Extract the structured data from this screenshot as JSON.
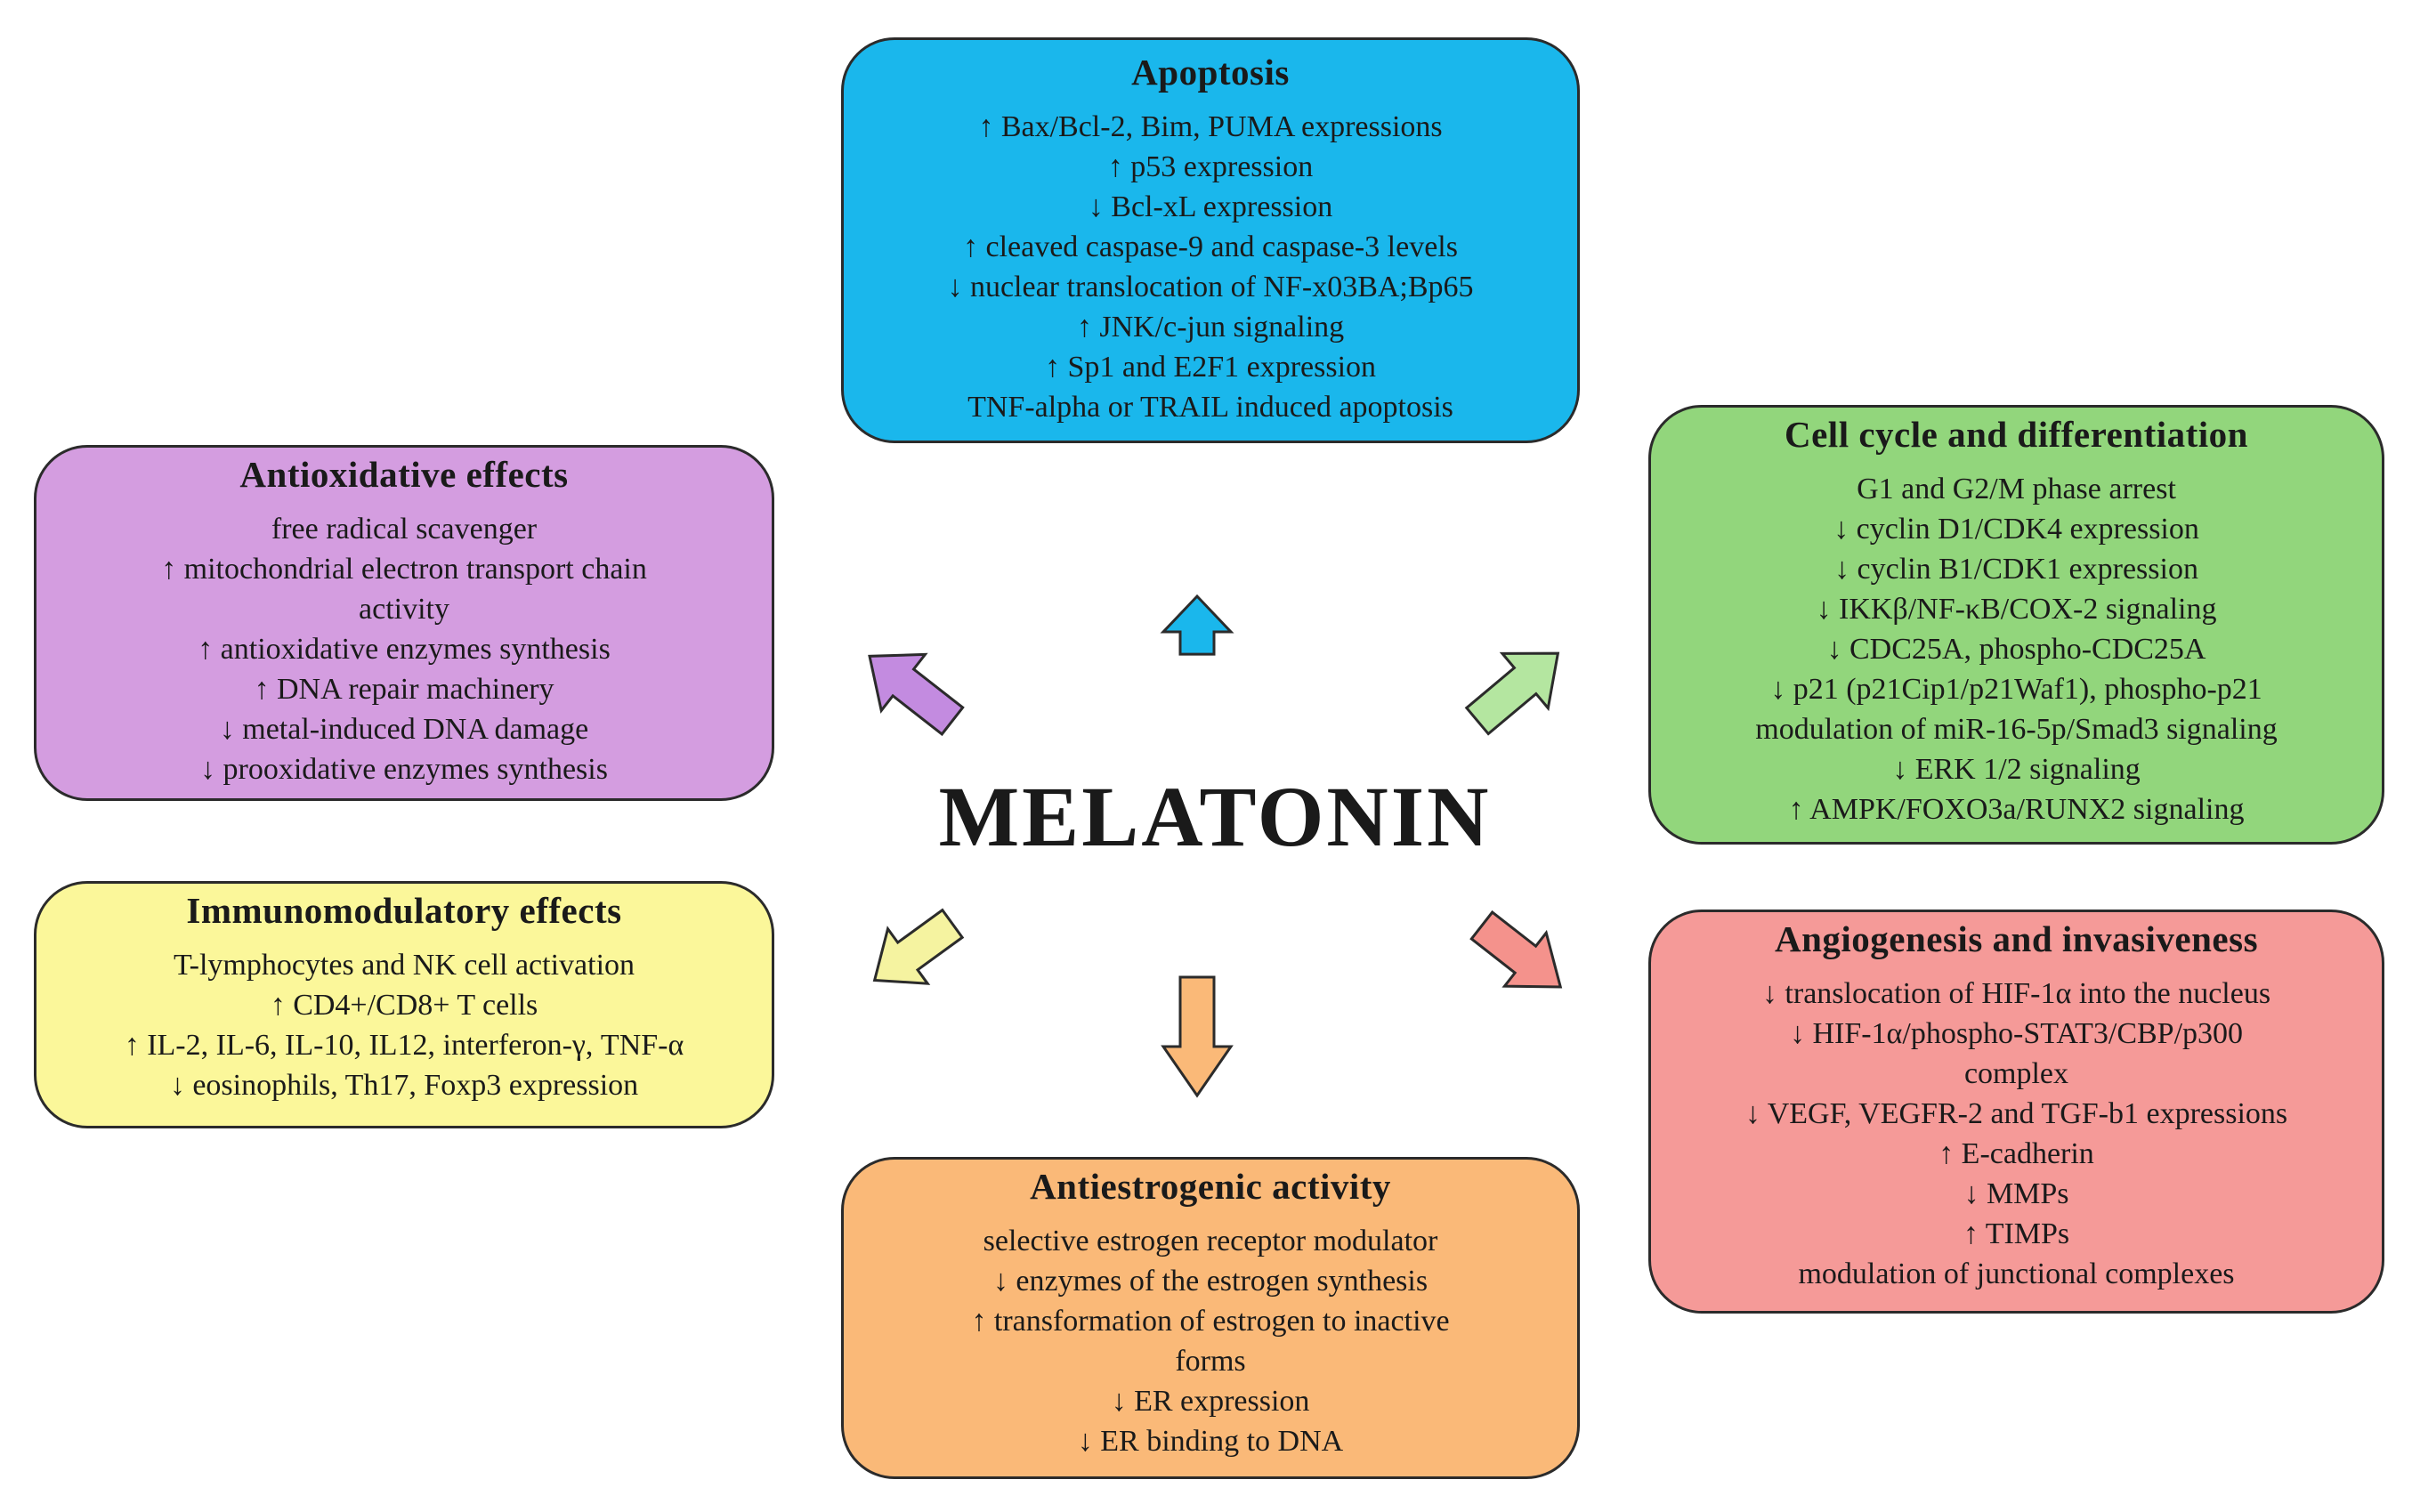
{
  "center_title": "MELATONIN",
  "boxes": {
    "apoptosis": {
      "title": "Apoptosis",
      "color": "#1ab7ec",
      "items": [
        "↑ Bax/Bcl-2, Bim, PUMA expressions",
        "↑ p53 expression",
        "↓ Bcl-xL expression",
        "↑ cleaved caspase-9 and caspase-3 levels",
        "↓ nuclear translocation of NF-x03BA;Bp65",
        "↑ JNK/c-jun signaling",
        "↑ Sp1 and E2F1 expression",
        "TNF-alpha or TRAIL induced apoptosis"
      ]
    },
    "antioxidative": {
      "title": "Antioxidative  effects",
      "color": "#d49de0",
      "items": [
        "free radical scavenger",
        "↑ mitochondrial electron transport chain",
        "activity",
        "↑ antioxidative enzymes synthesis",
        "↑ DNA repair machinery",
        "↓ metal-induced DNA damage",
        "↓ prooxidative enzymes synthesis"
      ]
    },
    "immunomodulatory": {
      "title": "Immunomodulatory effects",
      "color": "#fbf79a",
      "items": [
        "T-lymphocytes and NK cell activation",
        "↑ CD4+/CD8+ T cells",
        "↑ IL-2, IL-6, IL-10, IL12, interferon-γ, TNF-α",
        "↓ eosinophils, Th17, Foxp3 expression"
      ]
    },
    "cell_cycle": {
      "title": "Cell cycle and differentiation",
      "color": "#92d67c",
      "items": [
        "G1 and G2/M phase arrest",
        "↓ cyclin D1/CDK4 expression",
        "↓ cyclin B1/CDK1 expression",
        "↓ IKKβ/NF-κB/COX-2 signaling",
        "↓ CDC25A, phospho-CDC25A",
        "↓ p21 (p21Cip1/p21Waf1), phospho-p21",
        "modulation of miR-16-5p/Smad3 signaling",
        "↓ ERK 1/2 signaling",
        "↑ AMPK/FOXO3a/RUNX2 signaling"
      ]
    },
    "angiogenesis": {
      "title": "Angiogenesis and invasiveness",
      "color": "#f59a98",
      "items": [
        "↓ translocation of HIF-1α into the nucleus",
        "↓ HIF-1α/phospho-STAT3/CBP/p300",
        "complex",
        "↓ VEGF, VEGFR-2 and TGF-b1 expressions",
        "↑ E-cadherin",
        "↓ MMPs",
        "↑ TIMPs",
        "modulation of junctional complexes"
      ]
    },
    "antiestrogenic": {
      "title": "Antiestrogenic activity",
      "color": "#fab978",
      "items": [
        "selective estrogen receptor modulator",
        "↓ enzymes of the estrogen synthesis",
        "↑ transformation of estrogen to inactive",
        "forms",
        "↓ ER expression",
        "↓ ER binding to DNA"
      ]
    }
  },
  "arrows": [
    {
      "direction": "up",
      "color": "#1ab7ec"
    },
    {
      "direction": "up-left",
      "color": "#c38be0"
    },
    {
      "direction": "up-right",
      "color": "#b4e6a0"
    },
    {
      "direction": "down-left",
      "color": "#f5f3a0"
    },
    {
      "direction": "down-right",
      "color": "#f4928c"
    },
    {
      "direction": "down",
      "color": "#fab978"
    }
  ]
}
